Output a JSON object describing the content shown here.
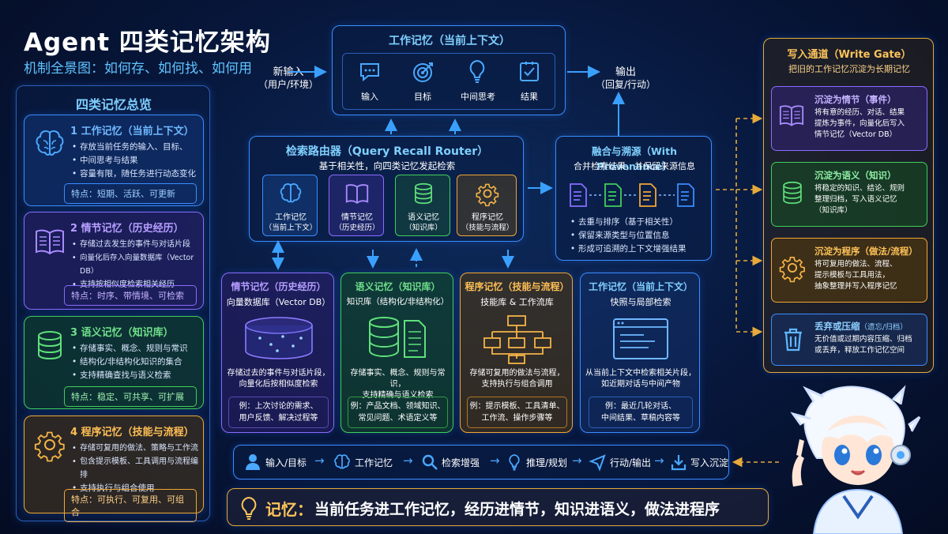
{
  "header": {
    "title": "Agent 四类记忆架构",
    "subtitle": "机制全景图：如何存、如何找、如何用"
  },
  "overview": {
    "title": "四类记忆总览",
    "items": [
      {
        "heading": "1 工作记忆（当前上下文）",
        "bullets": [
          "存放当前任务的输入、目标、",
          "中间思考与结果",
          "容量有限，随任务进行动态变化"
        ],
        "feature": "特点：短期、活跃、可更新",
        "color": "#3a8dff",
        "icon": "brain-icon"
      },
      {
        "heading": "2 情节记忆（历史经历）",
        "bullets": [
          "存储过去发生的事件与对话片段",
          "向量化后存入向量数据库（Vector DB）",
          "支持按相似度检索相关经历"
        ],
        "feature": "特点：时序、带情境、可检索",
        "color": "#8a6bff",
        "icon": "book-icon"
      },
      {
        "heading": "3 语义记忆（知识库）",
        "bullets": [
          "存储事实、概念、规则与常识",
          "结构化/非结构化知识的集合",
          "支持精确查找与语义检索"
        ],
        "feature": "特点：稳定、可共享、可扩展",
        "color": "#3fcf5a",
        "icon": "database-icon"
      },
      {
        "heading": "4 程序记忆（技能与流程）",
        "bullets": [
          "存储可复用的做法、策略与工作流",
          "包含提示模板、工具调用与流程编排",
          "支持执行与组合使用"
        ],
        "feature": "特点：可执行、可复用、可组合",
        "color": "#f2a634",
        "icon": "gear-icon"
      }
    ]
  },
  "input": {
    "label": "新输入",
    "sub": "（用户/环境）"
  },
  "output": {
    "label": "输出",
    "sub": "（回复/行动）"
  },
  "working_memory": {
    "title": "工作记忆（当前上下文）",
    "items": [
      "输入",
      "目标",
      "中间思考",
      "结果"
    ]
  },
  "router": {
    "title": "检索路由器（Query Recall Router）",
    "subtitle": "基于相关性，向四类记忆发起检索",
    "items": [
      {
        "label": "工作记忆",
        "sub": "（当前上下文）"
      },
      {
        "label": "情节记忆",
        "sub": "（历史经历）"
      },
      {
        "label": "语义记忆",
        "sub": "（知识库）"
      },
      {
        "label": "程序记忆",
        "sub": "（技能与流程）"
      }
    ]
  },
  "fusion": {
    "title": "融合与溯源（With Provenance）",
    "subtitle": "合并检索结果，并保留来源信息",
    "bullets": [
      "去重与排序（基于相关性）",
      "保留来源类型与位置信息",
      "形成可追溯的上下文增强结果"
    ]
  },
  "stores": [
    {
      "title": "情节记忆（历史经历）",
      "subtitle": "向量数据库（Vector DB）",
      "desc": [
        "存储过去的事件与对话片段，",
        "向量化后按相似度检索"
      ],
      "example": [
        "例：上次讨论的需求、",
        "用户反馈、解决过程等"
      ],
      "color": "#8a6bff"
    },
    {
      "title": "语义记忆（知识库）",
      "subtitle": "知识库（结构化/非结构化）",
      "desc": [
        "存储事实、概念、规则与常识，",
        "支持精确与语义检索"
      ],
      "example": [
        "例：产品文档、领域知识、",
        "常见问题、术语定义等"
      ],
      "color": "#3fcf5a"
    },
    {
      "title": "程序记忆（技能与流程）",
      "subtitle": "技能库 & 工作流库",
      "desc": [
        "存储可复用的做法与流程，",
        "支持执行与组合调用"
      ],
      "example": [
        "例：提示模板、工具清单、",
        "工作流、操作步骤等"
      ],
      "color": "#f2a634"
    },
    {
      "title": "工作记忆（当前上下文）",
      "subtitle": "快照与局部检索",
      "desc": [
        "从当前上下文中检索相关片段，",
        "如近期对话与中间产物"
      ],
      "example": [
        "例：最近几轮对话、",
        "中间结果、草稿内容等"
      ],
      "color": "#3a8dff"
    }
  ],
  "write_gate": {
    "title": "写入通道（Write Gate）",
    "subtitle": "把旧的工作记忆沉淀为长期记忆",
    "items": [
      {
        "title": "沉淀为情节（事件）",
        "desc": [
          "将有意的经历、对话、结果",
          "提炼为事件，向量化后写入",
          "情节记忆（Vector DB）"
        ],
        "color": "#8a6bff",
        "icon": "book-icon"
      },
      {
        "title": "沉淀为语义（知识）",
        "desc": [
          "将稳定的知识、结论、规则",
          "整理归档，写入语义记忆",
          "（知识库）"
        ],
        "color": "#3fcf5a",
        "icon": "database-icon"
      },
      {
        "title": "沉淀为程序（做法/流程）",
        "desc": [
          "将可复用的做法、流程、",
          "提示模板与工具用法，",
          "抽象整理并写入程序记忆"
        ],
        "color": "#f2a634",
        "icon": "gear-icon"
      },
      {
        "title": "丢弃或压缩",
        "title2": "（遗忘/归档）",
        "desc": [
          "无价值或过期内容压缩、归档",
          "或丢弃，释放工作记忆空间"
        ],
        "color": "#3a8dff",
        "icon": "trash-icon"
      }
    ]
  },
  "pipeline": [
    "输入/目标",
    "工作记忆",
    "检索增强",
    "推理/规划",
    "行动/输出",
    "写入沉淀"
  ],
  "summary": {
    "lead": "记忆：",
    "text": "当前任务进工作记忆，经历进情节，知识进语义，做法进程序"
  }
}
